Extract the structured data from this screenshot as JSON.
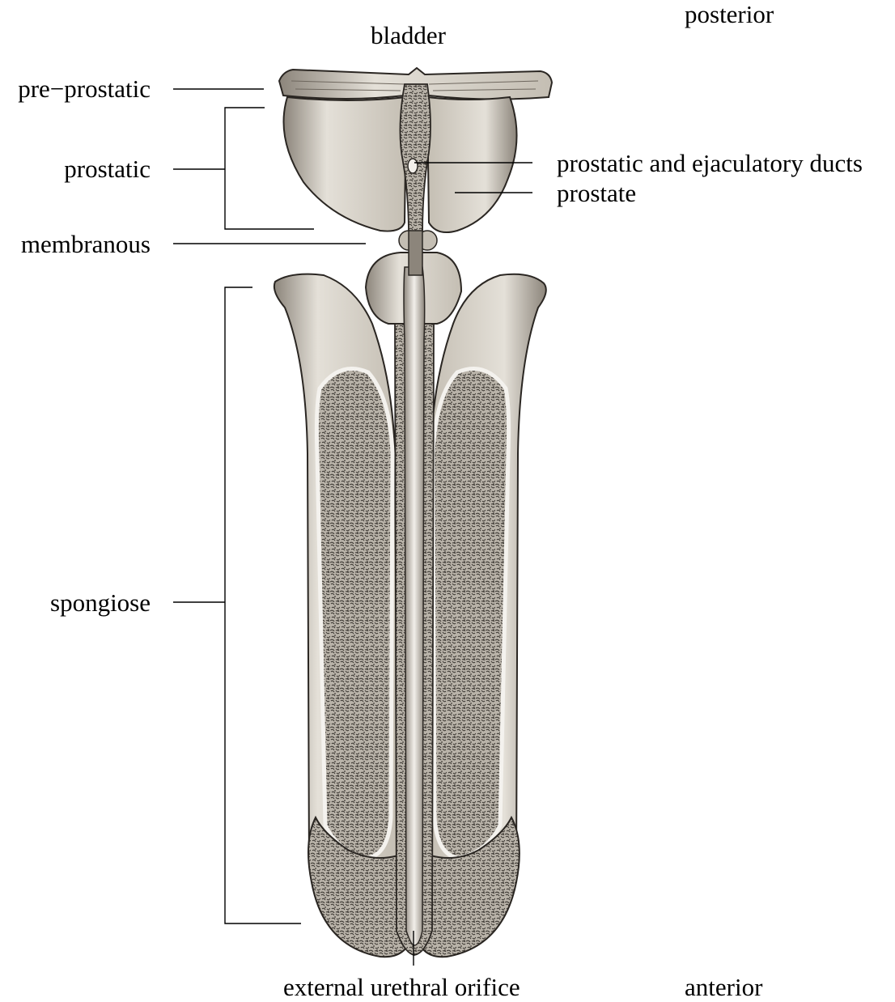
{
  "labels": {
    "posterior": "posterior",
    "anterior": "anterior",
    "bladder": "bladder",
    "pre_prostatic": "pre−prostatic",
    "prostatic": "prostatic",
    "membranous": "membranous",
    "spongiose": "spongiose",
    "prostatic_ducts": "prostatic and ejaculatory ducts",
    "prostate": "prostate",
    "external_orifice": "external urethral orifice"
  },
  "colors": {
    "tissue_light": "#e4e0d8",
    "tissue_mid": "#c4beb3",
    "tissue_dark": "#8c857b",
    "spongy_bg": "#b9b3a9",
    "spongy_dot": "#3a3631",
    "outline": "#2a2622"
  }
}
